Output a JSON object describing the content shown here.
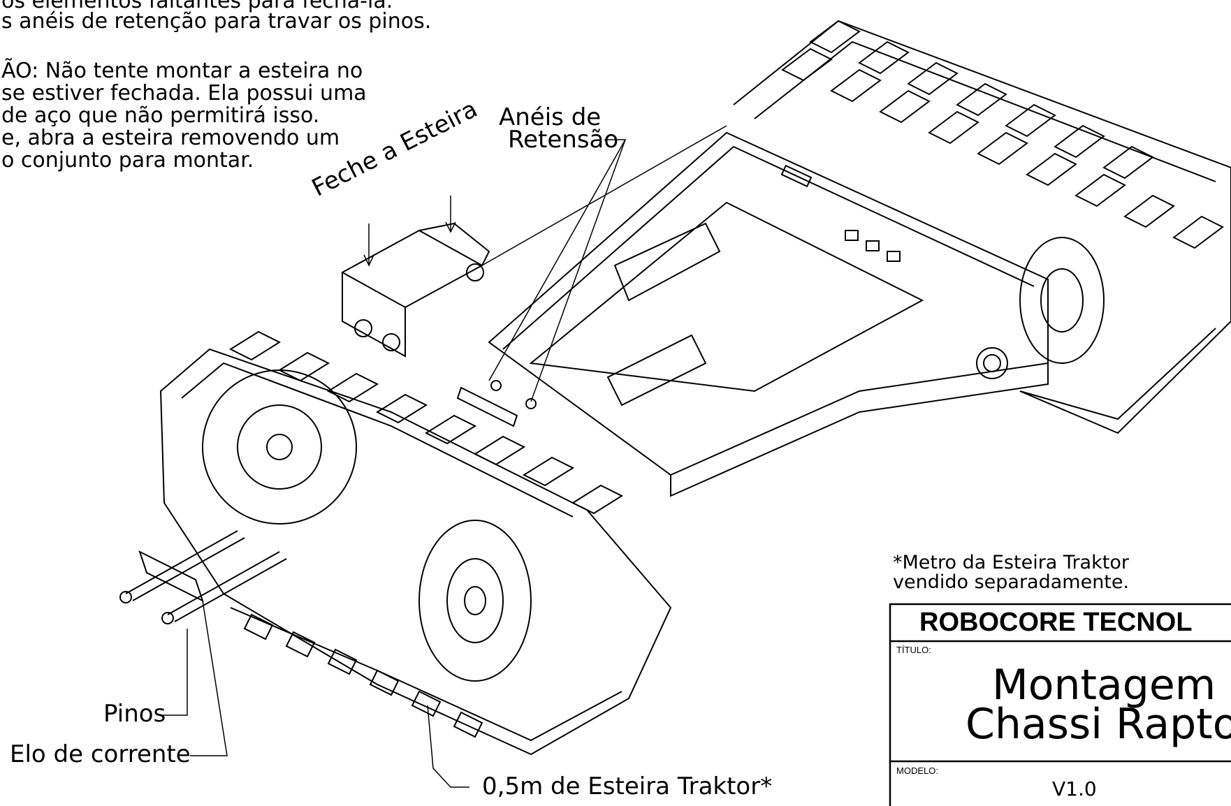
{
  "notes": {
    "line1": "os elementos faltantes para fechá-la.",
    "line2": "s anéis de retenção para travar os pinos.",
    "warn1": "ÃO: Não tente montar a esteira no",
    "warn2": "se estiver fechada. Ela possui uma",
    "warn3": "de aço que não permitirá isso.",
    "warn4": "e, abra a esteira removendo um",
    "warn5": "o conjunto para montar."
  },
  "callouts": {
    "feche": "Feche a Esteira",
    "aneis1": "Anéis de",
    "aneis2": "Retensão",
    "pinos": "Pinos",
    "elo": "Elo de corrente",
    "esteira": "0,5m de Esteira Traktor*"
  },
  "footnote": {
    "line1": "*Metro da Esteira Traktor",
    "line2": "vendido separadamente."
  },
  "title_block": {
    "company": "ROBOCORE TECNOL",
    "titulo_label": "TÍTULO:",
    "title_line1": "Montagem",
    "title_line2": "Chassi Rapto",
    "modelo_label": "MODELO:",
    "modelo_value": "V1.0"
  },
  "colors": {
    "line": "#000000",
    "background": "#ffffff"
  }
}
